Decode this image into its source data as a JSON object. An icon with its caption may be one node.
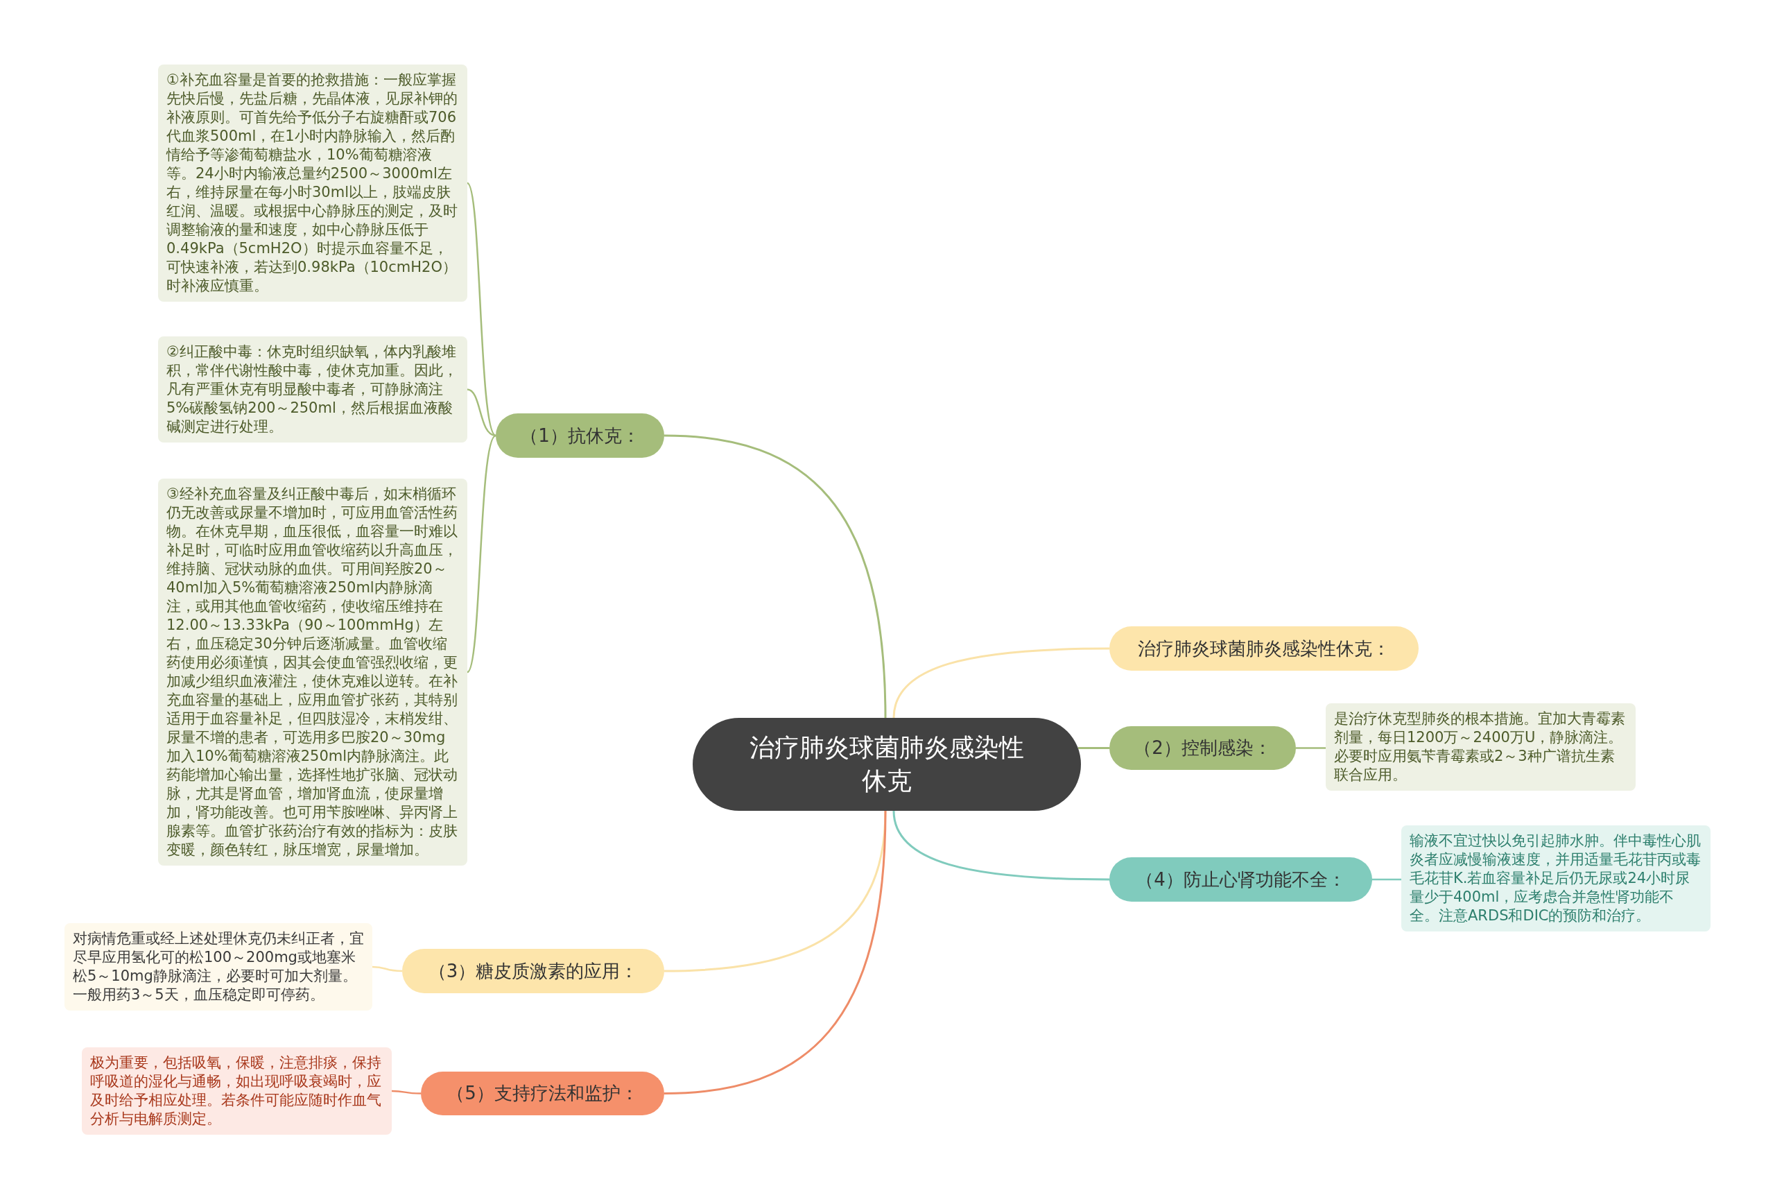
{
  "diagram": {
    "nodes": [
      {
        "text": [
          "治疗肺炎球菌肺炎感染性休克"
        ]
      },
      {
        "text": [
          "（1）抗休克："
        ]
      },
      {
        "text": [
          "①补充血容量是首要的抢救措施：一般应掌握先快后慢，先盐后糖，先晶体液，见尿补钾的补液原则。可首先给予低分子右旋糖酐或706代血浆500ml，在1小时内静脉输入，然后酌情给予等渗葡萄糖盐水，10%葡萄糖溶液等。24小时内输液总量约2500～3000ml左右，维持尿量在每小时30ml以上，肢端皮肤红润、温暖。或根据中心静脉压的测定，及时调整输液的量和速度，如中心静脉压低于0.49kPa（5cmH2O）时提示血容量不足，可快速补液，若达到0.98kPa（10cmH2O）时补液应慎重。"
        ]
      },
      {
        "text": [
          "②纠正酸中毒：休克时组织缺氧，体内乳酸堆积，常伴代谢性酸中毒，使休克加重。因此，凡有严重休克有明显酸中毒者，可静脉滴注5%碳酸氢钠200～250ml，然后根据血液酸碱测定进行处理。"
        ]
      },
      {
        "text": [
          "③经补充血容量及纠正酸中毒后，如末梢循环仍无改善或尿量不增加时，可应用血管活性药物。在休克早期，血压很低，血容量一时难以补足时，可临时应用血管收缩药以升高血压，维持脑、冠状动脉的血供。可用间羟胺20～40ml加入5%葡萄糖溶液250ml内静脉滴注，或用其他血管收缩药，使收缩压维持在12.00～13.33kPa（90～100mmHg）左右，血压稳定30分钟后逐渐减量。血管收缩药使用必须谨慎，因其会使血管强烈收缩，更加减少组织血液灌注，使休克难以逆转。在补充血容量的基础上，应用血管扩张药，其特别适用于血容量补足，但四肢湿冷，末梢发绀、尿量不增的患者，可选用多巴胺20～30mg加入10%葡萄糖溶液250ml内静脉滴注。此药能增加心输出量，选择性地扩张脑、冠状动脉，尤其是肾血管，增加肾血流，使尿量增加，肾功能改善。也可用苄胺唑啉、异丙肾上腺素等。血管扩张药治疗有效的指标为：皮肤变暖，颜色转红，脉压增宽，尿量增加。"
        ]
      },
      {
        "text": [
          "治疗肺炎球菌肺炎感染性休克："
        ]
      },
      {
        "text": [
          "（2）控制感染："
        ]
      },
      {
        "text": [
          "是治疗休克型肺炎的根本措施。宜加大青霉素剂量，每日1200万～2400万U，静脉滴注。必要时应用氨苄青霉素或2～3种广谱抗生素联合应用。"
        ]
      },
      {
        "text": [
          "（4）防止心肾功能不全："
        ]
      },
      {
        "text": [
          "输液不宜过快以免引起肺水肿。伴中毒性心肌炎者应减慢输液速度，并用适量毛花苷丙或毒毛花苷K.若血容量补足后仍无尿或24小时尿量少于400ml，应考虑合并急性肾功能不全。注意ARDS和DIC的预防和治疗。"
        ]
      },
      {
        "text": [
          "（3）糖皮质激素的应用："
        ]
      },
      {
        "text": [
          "对病情危重或经上述处理休克仍未纠正者，宜尽早应用氢化可的松100～200mg或地塞米松5～10mg静脉滴注，必要时可加大剂量。一般用药3～5天，血压稳定即可停药。"
        ]
      },
      {
        "text": [
          "（5）支持疗法和监护："
        ]
      },
      {
        "text": [
          "极为重要，包括吸氧，保暖，注意排痰，保持呼吸道的湿化与通畅，如出现呼吸衰竭时，应及时给予相应处理。若条件可能应随时作血气分析与电解质测定。"
        ]
      }
    ],
    "edges": [
      {
        "from": 0,
        "to": 1,
        "arrow": "none"
      },
      {
        "from": 1,
        "to": 2,
        "arrow": "none"
      },
      {
        "from": 1,
        "to": 3,
        "arrow": "none"
      },
      {
        "from": 1,
        "to": 4,
        "arrow": "none"
      },
      {
        "from": 0,
        "to": 5,
        "arrow": "none",
        "color": "#fae2a8"
      },
      {
        "from": 0,
        "to": 6,
        "arrow": "none"
      },
      {
        "from": 6,
        "to": 7,
        "arrow": "none"
      },
      {
        "from": 0,
        "to": 8,
        "arrow": "none",
        "color": "#80cbbd"
      },
      {
        "from": 8,
        "to": 9,
        "arrow": "none",
        "color": "#80cbbd"
      },
      {
        "from": 0,
        "to": 10,
        "arrow": "none",
        "color": "#fae2a8"
      },
      {
        "from": 10,
        "to": 11,
        "arrow": "none",
        "color": "#fae2a8"
      },
      {
        "from": 0,
        "to": 12,
        "arrow": "none",
        "color": "#ee8c68"
      },
      {
        "from": 12,
        "to": 13,
        "arrow": "none",
        "color": "#ee8c68"
      }
    ]
  }
}
